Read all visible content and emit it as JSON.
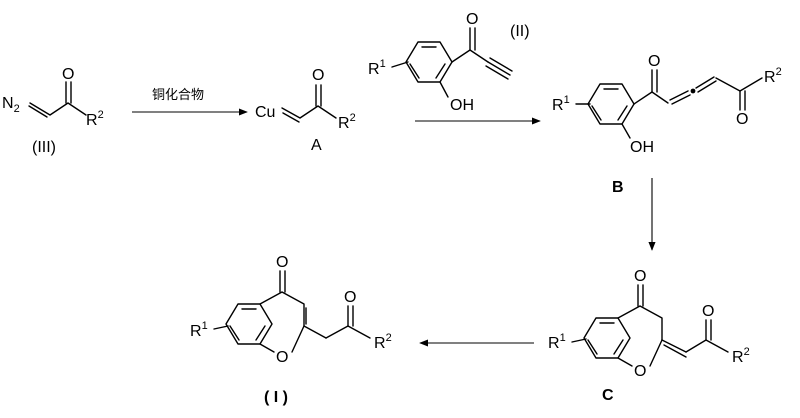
{
  "compounds": {
    "diazo": {
      "n2": "N",
      "n2_sub": "2",
      "o": "O",
      "r": "R",
      "r_sup": "2",
      "label": "(III)"
    },
    "copper": {
      "cu": "Cu",
      "o": "O",
      "r": "R",
      "r_sup": "2",
      "label": "A"
    },
    "ynone": {
      "r": "R",
      "r_sup": "1",
      "o": "O",
      "oh": "OH",
      "label": "(II)"
    },
    "allene": {
      "r1": "R",
      "r1_sup": "1",
      "o1": "O",
      "oh": "OH",
      "o2": "O",
      "r2": "R",
      "r2_sup": "2",
      "label": "B"
    },
    "chromanone": {
      "r1": "R",
      "r1_sup": "1",
      "o_top": "O",
      "o_ring": "O",
      "o_side": "O",
      "r2": "R",
      "r2_sup": "2",
      "label": "C"
    },
    "chromone": {
      "r1": "R",
      "r1_sup": "1",
      "o_top": "O",
      "o_ring": "O",
      "o_side": "O",
      "r2": "R",
      "r2_sup": "2",
      "label": "( I )"
    }
  },
  "reagent": "铜化合物"
}
